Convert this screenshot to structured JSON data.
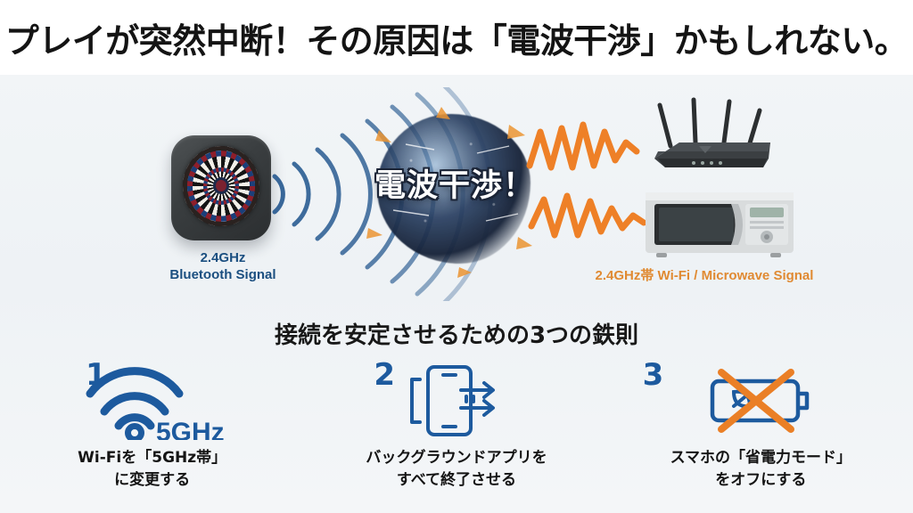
{
  "title": "プレイが突然中断！その原因は「電波干渉」かもしれない。",
  "hero": {
    "source_device": {
      "icon": "dartboard-device-icon",
      "label_line1": "2.4GHz",
      "label_line2": "Bluetooth Signal",
      "label_color": "#1b4f80"
    },
    "burst_text": "電波干渉！",
    "interference_label": "2.4GHz帯 Wi-Fi / Microwave Signal",
    "interference_label_color": "#e08a32",
    "wave_color": "#2e5f94",
    "zigzag_color": "#ee8027",
    "devices": [
      "wifi-router-icon",
      "microwave-oven-icon"
    ]
  },
  "section_heading": "接続を安定させるための3つの鉄則",
  "tips": [
    {
      "number": "1",
      "icon": "wifi-5ghz-icon",
      "icon_text": "5GHz",
      "caption": "Wi-Fiを「5GHz帯」\nに変更する"
    },
    {
      "number": "2",
      "icon": "close-background-apps-icon",
      "icon_text": "",
      "caption": "バックグラウンドアプリを\nすべて終了させる"
    },
    {
      "number": "3",
      "icon": "battery-saver-off-icon",
      "icon_text": "",
      "caption": "スマホの「省電力モード」\nをオフにする"
    }
  ],
  "colors": {
    "background": "#eef2f5",
    "title_text": "#141414",
    "accent_blue": "#1d5a9e",
    "accent_orange": "#ee8027",
    "navy": "#1b4f80"
  }
}
